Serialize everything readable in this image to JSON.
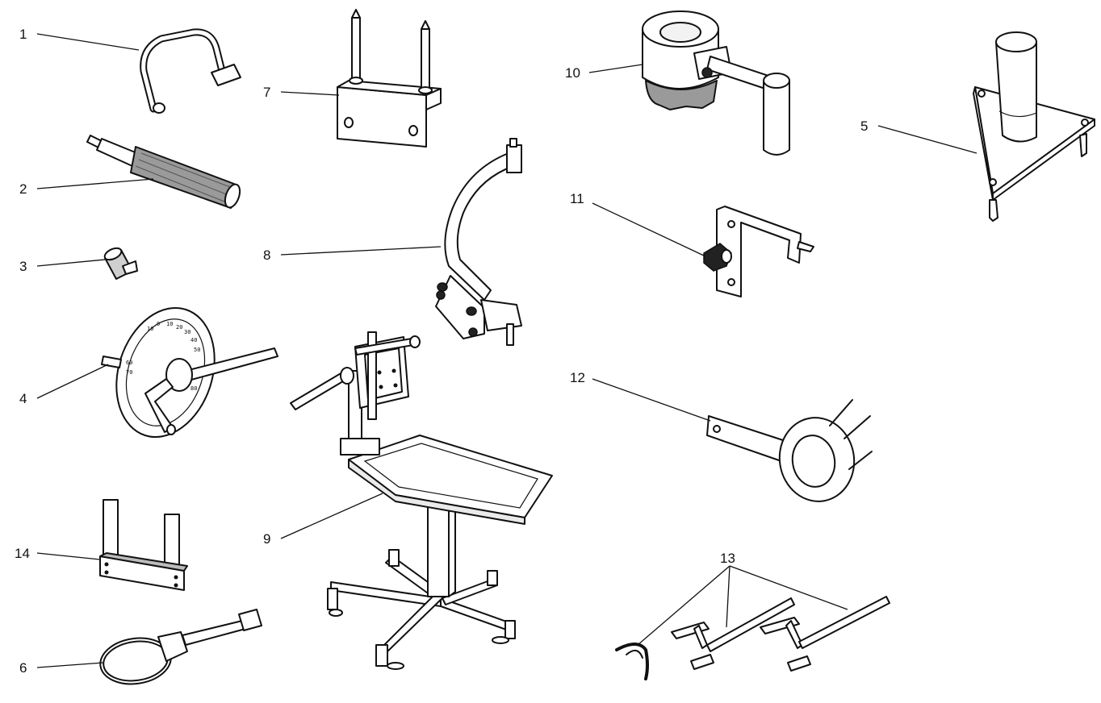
{
  "callouts": [
    {
      "id": "1",
      "text": "1"
    },
    {
      "id": "2",
      "text": "2"
    },
    {
      "id": "3",
      "text": "3"
    },
    {
      "id": "4",
      "text": "4"
    },
    {
      "id": "5",
      "text": "5"
    },
    {
      "id": "6",
      "text": "6"
    },
    {
      "id": "7",
      "text": "7"
    },
    {
      "id": "8",
      "text": "8"
    },
    {
      "id": "9",
      "text": "9"
    },
    {
      "id": "10",
      "text": "10"
    },
    {
      "id": "11",
      "text": "11"
    },
    {
      "id": "12",
      "text": "12"
    },
    {
      "id": "13",
      "text": "13"
    },
    {
      "id": "14",
      "text": "14"
    }
  ],
  "dial_marks": [
    "10",
    "0",
    "10",
    "20",
    "30",
    "40",
    "50",
    "60",
    "70",
    "80"
  ],
  "colors": {
    "line": "#111111",
    "background": "#ffffff",
    "shade": "#d8d8d8"
  }
}
